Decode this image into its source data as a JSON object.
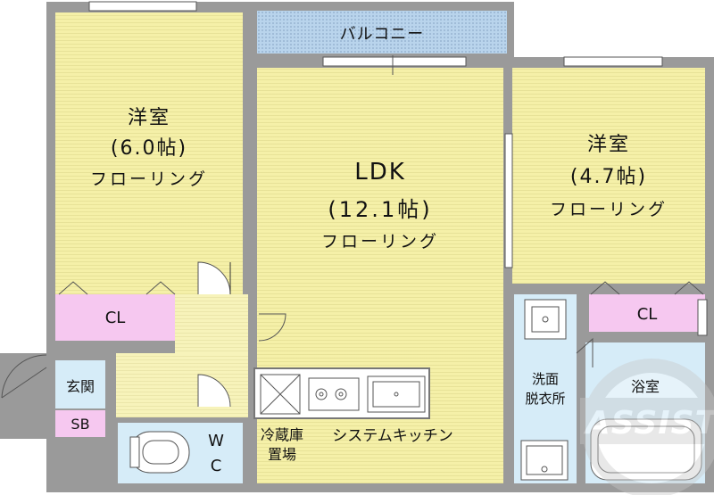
{
  "rooms": {
    "western_left": {
      "name": "洋室",
      "size": "(6.0帖)",
      "floor": "フローリング"
    },
    "ldk": {
      "name": "LDK",
      "size": "(12.1帖)",
      "floor": "フローリング"
    },
    "western_right": {
      "name": "洋室",
      "size": "(4.7帖)",
      "floor": "フローリング"
    }
  },
  "areas": {
    "balcony": "バルコニー",
    "closet_left": "CL",
    "closet_right": "CL",
    "entrance": "玄関",
    "shoe_box": "SB",
    "wc_line1": "W",
    "wc_line2": "C",
    "fridge_line1": "冷蔵庫",
    "fridge_line2": "置場",
    "kitchen": "システムキッチン",
    "washroom_line1": "洗面",
    "washroom_line2": "脱衣所",
    "bath": "浴室"
  },
  "watermark": "ASSIST",
  "colors": {
    "floor": "#f5f0a8",
    "closet": "#f6c8f0",
    "wet_area": "#d6ecf8",
    "balcony": "#b9d4ec",
    "wall": "#9a9a9a"
  }
}
